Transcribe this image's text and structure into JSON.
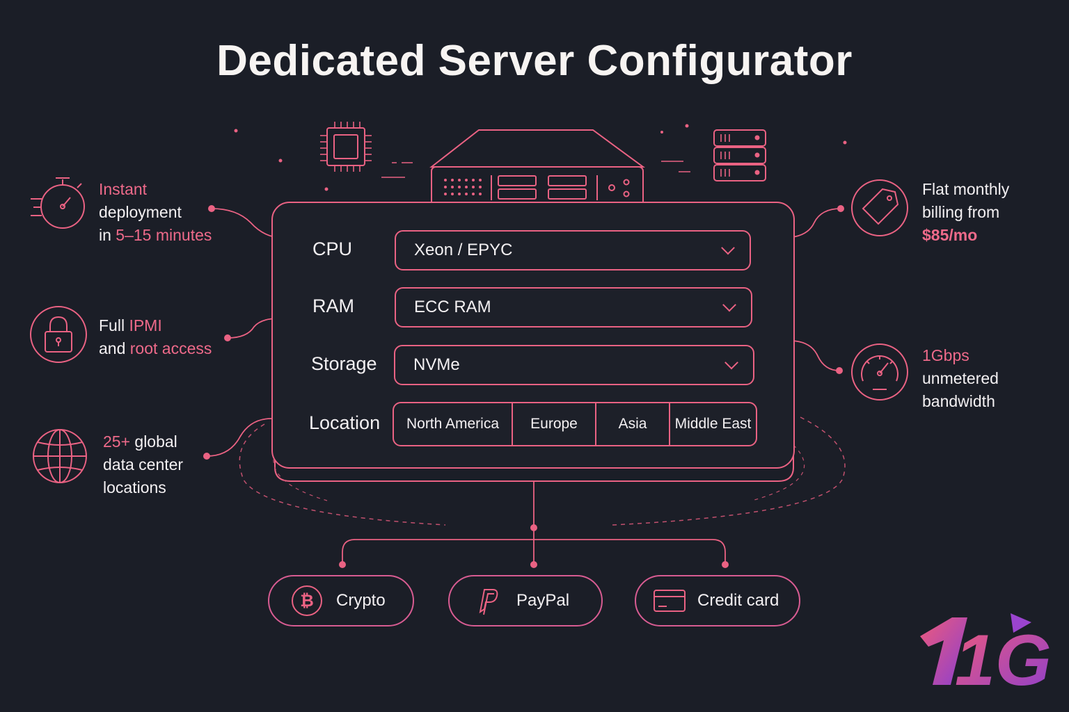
{
  "title": "Dedicated Server Configurator",
  "configurator": {
    "rows": [
      {
        "label": "CPU",
        "value": "Xeon / EPYC"
      },
      {
        "label": "RAM",
        "value": "ECC RAM"
      },
      {
        "label": "Storage",
        "value": "NVMe"
      }
    ],
    "location": {
      "label": "Location",
      "options": [
        "North America",
        "Europe",
        "Asia",
        "Middle East"
      ]
    }
  },
  "features_left": [
    {
      "icon": "stopwatch-icon",
      "lines": [
        {
          "hl": "Instant",
          "text": ""
        },
        {
          "hl": "",
          "text": "deployment"
        },
        {
          "pre": "in ",
          "hl": "5–15 minutes"
        }
      ]
    },
    {
      "icon": "padlock-icon",
      "lines": [
        {
          "pre": "Full ",
          "hl": "IPMI"
        },
        {
          "pre": "and ",
          "hl": "root access"
        }
      ]
    },
    {
      "icon": "globe-icon",
      "lines": [
        {
          "hl": "25+",
          "post": " global"
        },
        {
          "text": "data center"
        },
        {
          "text": "locations"
        }
      ]
    }
  ],
  "feature_texts": {
    "deploy": {
      "l1": "Instant",
      "l2": "deployment",
      "l3a": "in ",
      "l3b": "5–15 minutes"
    },
    "ipmi": {
      "l1a": "Full ",
      "l1b": "IPMI",
      "l2a": "and ",
      "l2b": "root access"
    },
    "global": {
      "l1a": "25+",
      "l1b": " global",
      "l2": "data center",
      "l3": "locations"
    },
    "billing": {
      "l1": "Flat monthly",
      "l2": "billing from",
      "l3": "$85/mo"
    },
    "bandwidth": {
      "l1": "1Gbps",
      "l2": "unmetered",
      "l3": "bandwidth"
    }
  },
  "payments": [
    {
      "label": "Crypto",
      "icon": "bitcoin-icon"
    },
    {
      "label": "PayPal",
      "icon": "paypal-icon"
    },
    {
      "label": "Credit card",
      "icon": "credit-card-icon"
    }
  ],
  "logo": {
    "text": "1G"
  },
  "colors": {
    "accent": "#ea6283",
    "background": "#1b1e27",
    "purple": "#a046c8"
  }
}
